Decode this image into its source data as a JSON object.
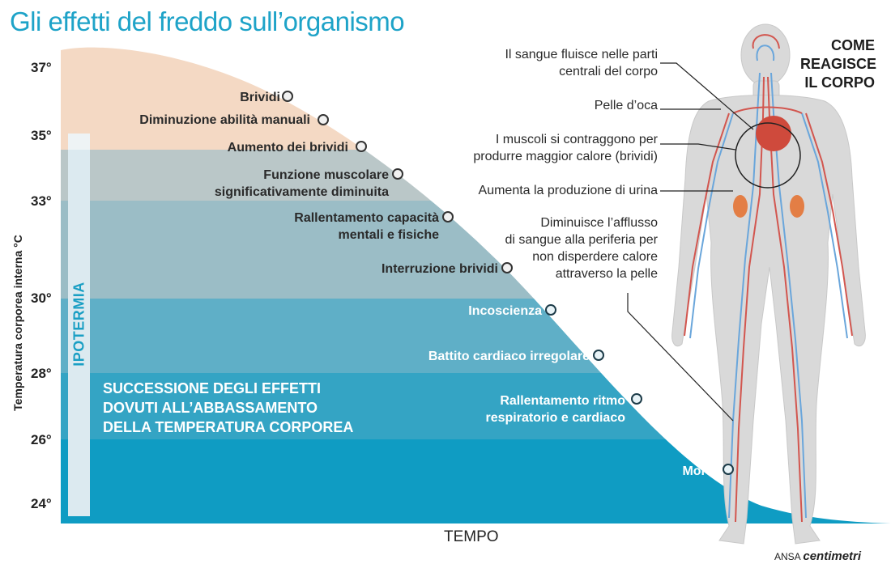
{
  "title": "Gli effetti del freddo sull’organismo",
  "y_axis": {
    "title": "Temperatura corporea interna °C",
    "ticks": [
      "37°",
      "35°",
      "33°",
      "30°",
      "28°",
      "26°",
      "24°"
    ]
  },
  "x_axis": {
    "title": "TEMPO"
  },
  "ipotermia_label": "IPOTERMIA",
  "caption_lines": [
    "SUCCESSIONE DEGLI EFFETTI",
    "DOVUTI ALL’ABBASSAMENTO",
    "DELLA TEMPERATURA CORPOREA"
  ],
  "effects": [
    {
      "lines": [
        "Brividi"
      ]
    },
    {
      "lines": [
        "Diminuzione abilità manuali"
      ]
    },
    {
      "lines": [
        "Aumento dei brividi"
      ]
    },
    {
      "lines": [
        "Funzione muscolare",
        "significativamente diminuita"
      ]
    },
    {
      "lines": [
        "Rallentamento capacità",
        "mentali e fisiche"
      ]
    },
    {
      "lines": [
        "Interruzione brividi"
      ]
    },
    {
      "lines": [
        "Incoscienza"
      ]
    },
    {
      "lines": [
        "Battito cardiaco irregolare"
      ]
    },
    {
      "lines": [
        "Rallentamento ritmo",
        "respiratorio e cardiaco"
      ]
    },
    {
      "lines": [
        "Morte"
      ]
    }
  ],
  "body_heading_lines": [
    "COME",
    "REAGISCE",
    "IL CORPO"
  ],
  "body_annotations": [
    {
      "lines": [
        "Il sangue fluisce nelle parti",
        "centrali del corpo"
      ]
    },
    {
      "lines": [
        "Pelle d’oca"
      ]
    },
    {
      "lines": [
        "I muscoli si contraggono per",
        "produrre maggior calore (brividi)"
      ]
    },
    {
      "lines": [
        "Aumenta la produzione di urina"
      ]
    },
    {
      "lines": [
        "Diminuisce l’afflusso",
        "di sangue alla periferia per",
        "non disperdere calore",
        "attraverso la pelle"
      ]
    }
  ],
  "credit": {
    "agency": "ANSA",
    "brand": "centimetri"
  },
  "colors": {
    "title": "#1ea3c8",
    "band_37_35": "#f4d9c4",
    "band_35_33": "#bac7c8",
    "band_33_30": "#9bbdc6",
    "band_30_28": "#5fafc7",
    "band_28_26": "#34a4c4",
    "band_26_24": "#0f9cc3",
    "veins": "#6aa6db",
    "arteries": "#d2564f"
  }
}
